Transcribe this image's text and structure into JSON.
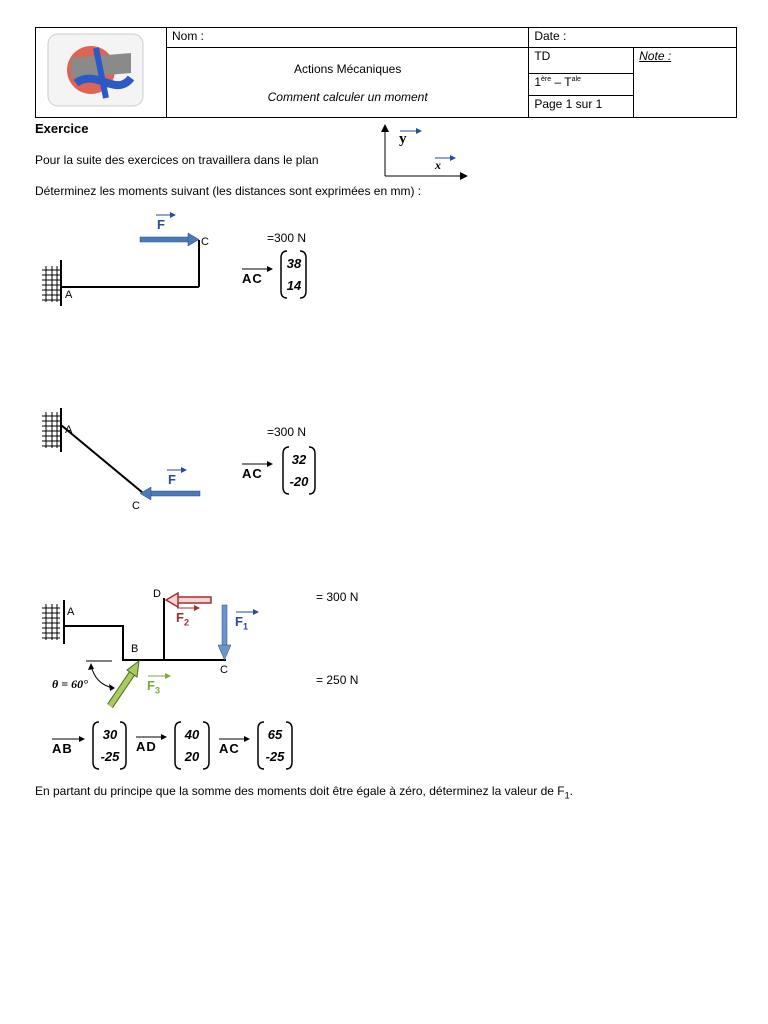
{
  "header": {
    "nom_label": "Nom :",
    "date_label": "Date :",
    "title": "Actions Mécaniques",
    "subtitle": "Comment calculer un moment",
    "type": "TD",
    "level": "1ère – Tale",
    "level_main_1": "1",
    "level_sup_1": "ère",
    "level_dash": " – T",
    "level_sup_2": "ale",
    "page": "Page 1 sur 1",
    "note_label": "Note :"
  },
  "body": {
    "section_title": "Exercice",
    "intro": "Pour la suite des exercices on travaillera dans le plan",
    "instruction": "Déterminez les moments suivant (les distances sont exprimées en mm) :",
    "axis_y": "y",
    "axis_x": "x"
  },
  "exercise1": {
    "force_label": "F",
    "point_a": "A",
    "point_c": "C",
    "force_value": "=300 N",
    "vector_label": "AC",
    "vector_x": "38",
    "vector_y": "14"
  },
  "exercise2": {
    "force_label": "F",
    "point_a": "A",
    "point_c": "C",
    "force_value": "=300 N",
    "vector_label": "AC",
    "vector_x": "32",
    "vector_y": "-20"
  },
  "exercise3": {
    "point_a": "A",
    "point_b": "B",
    "point_c": "C",
    "point_d": "D",
    "f1": "F",
    "f1_sub": "1",
    "f2": "F",
    "f2_sub": "2",
    "f3": "F",
    "f3_sub": "3",
    "angle": "θ = 60°",
    "value_1": "= 300 N",
    "value_2": "= 250 N",
    "ab_label": "AB",
    "ab_x": "30",
    "ab_y": "-25",
    "ad_label": "AD",
    "ad_x": "40",
    "ad_y": "20",
    "ac_label": "AC",
    "ac_x": "65",
    "ac_y": "-25"
  },
  "conclusion": {
    "text": "En partant du principe que la somme des moments doit être égale à zéro, déterminez la valeur de F",
    "sub": "1",
    "end": "."
  },
  "colors": {
    "blue_arrow": "#4a7ab8",
    "red_arrow": "#a03030",
    "green_arrow": "#7ea83a",
    "vector_blue": "#2a4a9a"
  }
}
